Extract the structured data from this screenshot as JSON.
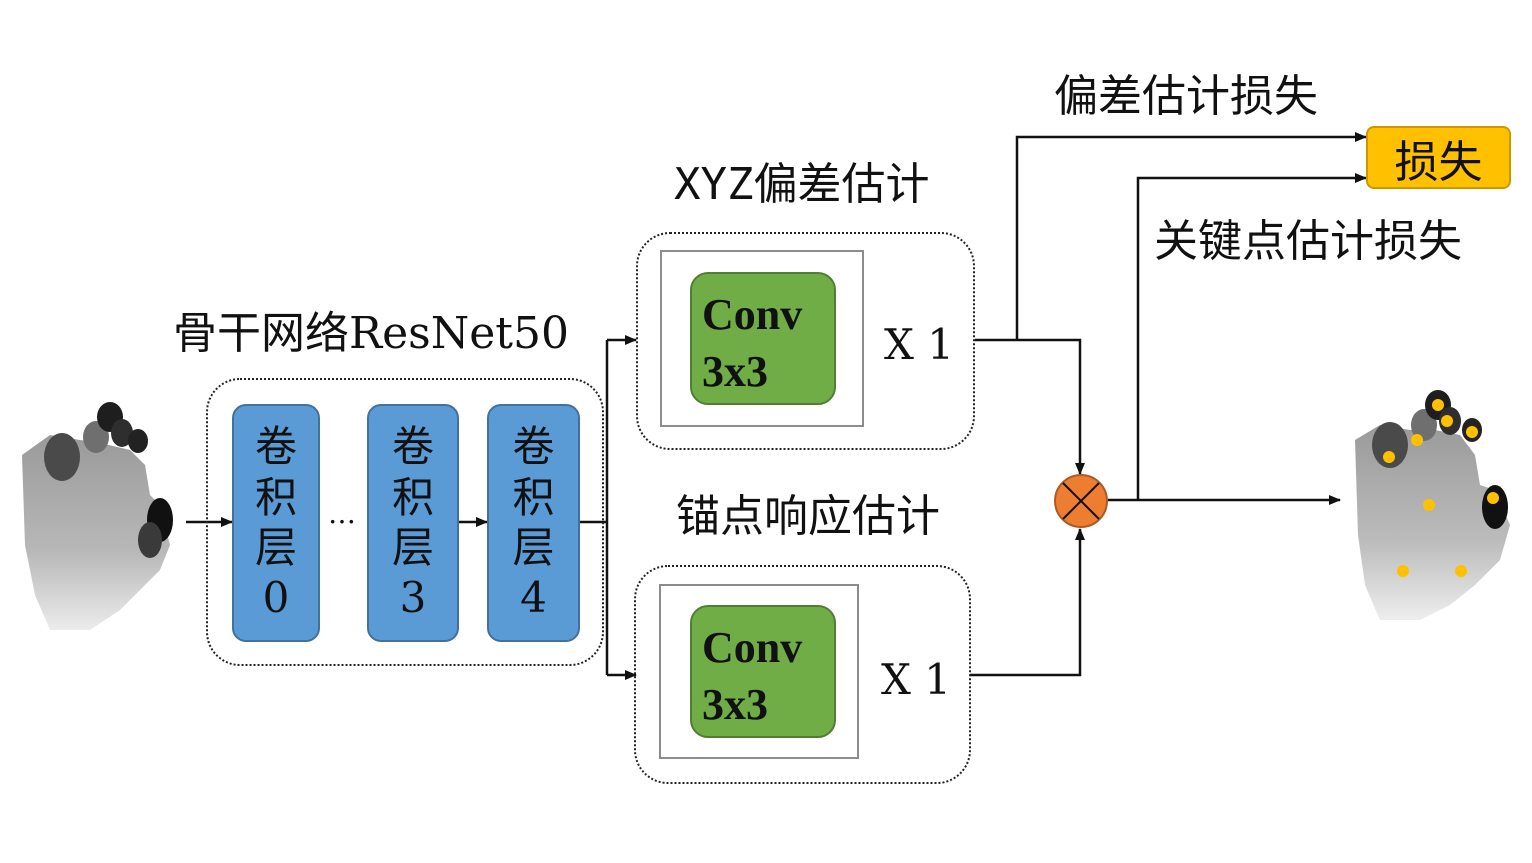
{
  "backbone": {
    "title": "骨干网络ResNet50",
    "layers": [
      {
        "lines": [
          "卷",
          "积",
          "层",
          "0"
        ]
      },
      {
        "lines": [
          "卷",
          "积",
          "层",
          "3"
        ]
      },
      {
        "lines": [
          "卷",
          "积",
          "层",
          "4"
        ]
      }
    ],
    "ellipsis": "…"
  },
  "offset_branch": {
    "title": "XYZ偏差估计",
    "conv_line1": "Conv",
    "conv_line2": "3x3",
    "repeat": "X  1"
  },
  "anchor_branch": {
    "title": "锚点响应估计",
    "conv_line1": "Conv",
    "conv_line2": "3x3",
    "repeat": "X  1"
  },
  "losses": {
    "offset_loss": "偏差估计损失",
    "keypoint_loss": "关键点估计损失",
    "loss_box": "损失"
  },
  "colors": {
    "conv_layer": "#5b9bd5",
    "conv_block": "#70ad47",
    "loss": "#ffc000",
    "multiply": "#ed7d31",
    "keypoint": "#ffc000"
  }
}
